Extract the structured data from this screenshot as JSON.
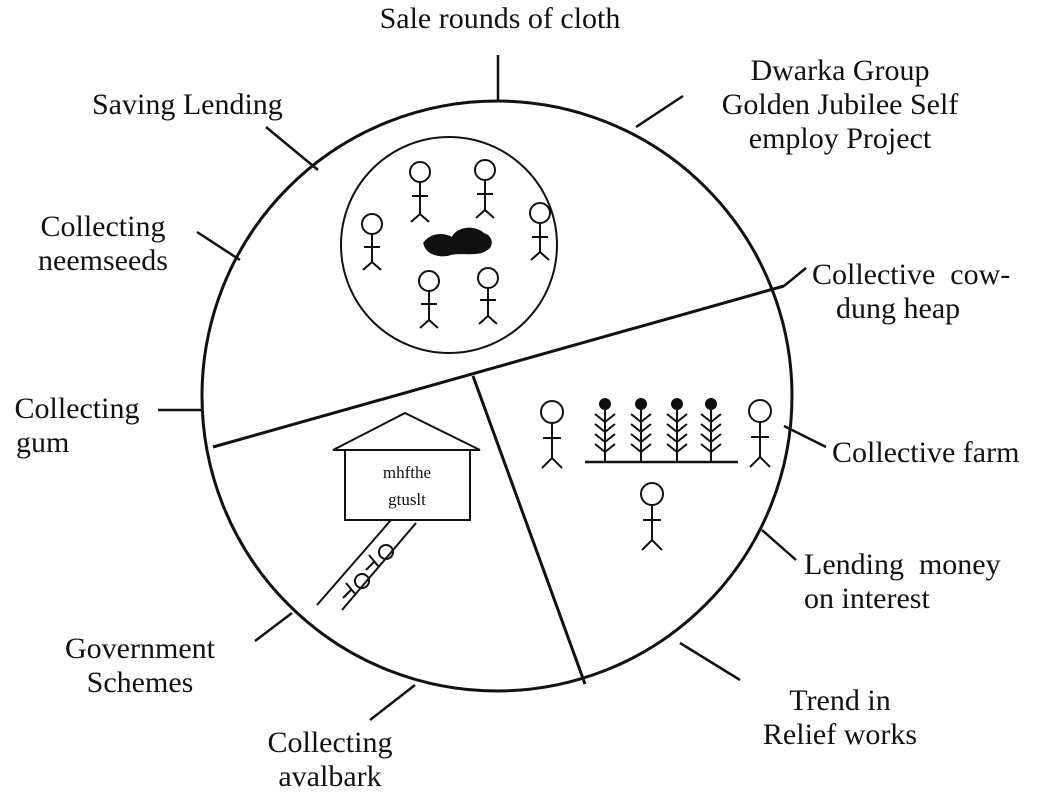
{
  "labels": {
    "sale_rounds": "Sale rounds of cloth",
    "dwarka": [
      "Dwarka Group",
      "Golden Jubilee Self",
      "employ Project"
    ],
    "saving_lending": "Saving Lending",
    "neemseeds": [
      "Collecting",
      "neemseeds"
    ],
    "cowdung": [
      "Collective  cow-",
      "dung heap"
    ],
    "gum": [
      "Collecting",
      "gum"
    ],
    "farm": "Collective farm",
    "lending_money": [
      "Lending  money",
      "on interest"
    ],
    "government": [
      "Government",
      "Schemes"
    ],
    "relief": [
      "Trend in",
      "Relief works"
    ],
    "avalbark": [
      "Collecting",
      "avalbark"
    ]
  },
  "sign": {
    "line1": "mhfthe",
    "line2": "gtuslt"
  },
  "colors": {
    "ink": "#111111",
    "background": "#ffffff"
  }
}
